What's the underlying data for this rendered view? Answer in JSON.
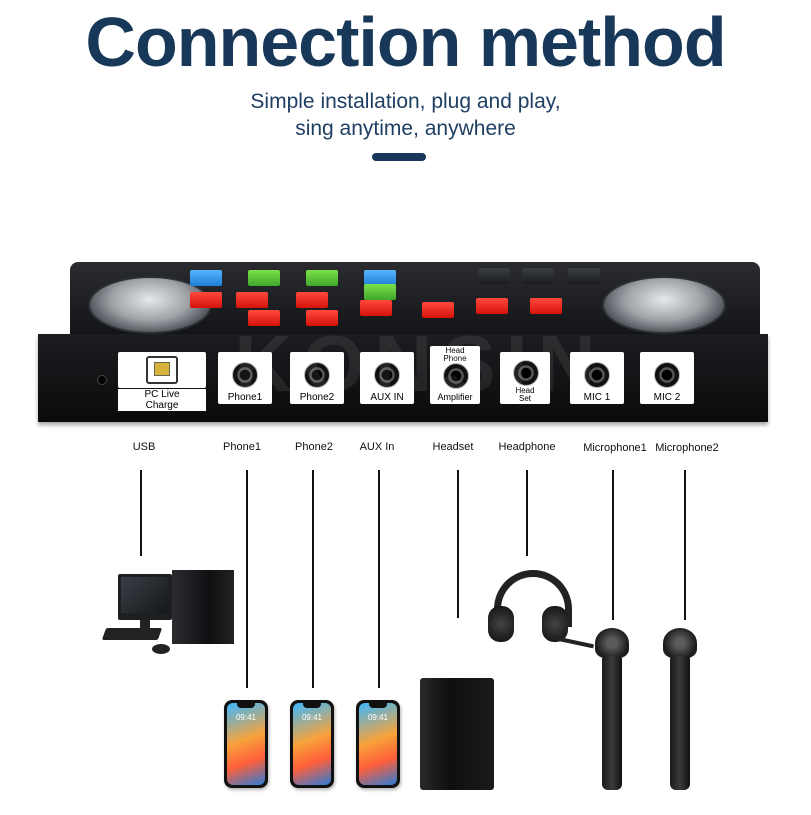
{
  "header": {
    "title": "Connection method",
    "subtitle_line1": "Simple installation, plug and play,",
    "subtitle_line2": "sing anytime, anywhere"
  },
  "device": {
    "ports": [
      {
        "label": "PC Live\nCharge",
        "type": "usb"
      },
      {
        "label": "Phone1",
        "type": "jack"
      },
      {
        "label": "Phone2",
        "type": "jack"
      },
      {
        "label": "AUX IN",
        "type": "jack"
      },
      {
        "label": "Amplifier",
        "top_label": "Head\nPhone",
        "type": "jack"
      },
      {
        "label": "Head\nSet",
        "type": "jack"
      },
      {
        "label": "MIC 1",
        "type": "jack"
      },
      {
        "label": "MIC 2",
        "type": "jack"
      }
    ],
    "watermark": "KONSIN"
  },
  "connections": [
    {
      "label": "USB"
    },
    {
      "label": "Phone1"
    },
    {
      "label": "Phone2"
    },
    {
      "label": "AUX In"
    },
    {
      "label": "Headset"
    },
    {
      "label": "Headphone"
    },
    {
      "label": "Microphone1"
    },
    {
      "label": "Microphone2"
    }
  ],
  "phone_clock": "09:41",
  "colors": {
    "title": "#18385a",
    "subtitle": "#1e3f63",
    "fader_red": "#e5271c",
    "fader_green": "#55c338",
    "fader_blue": "#3b9ae8"
  }
}
